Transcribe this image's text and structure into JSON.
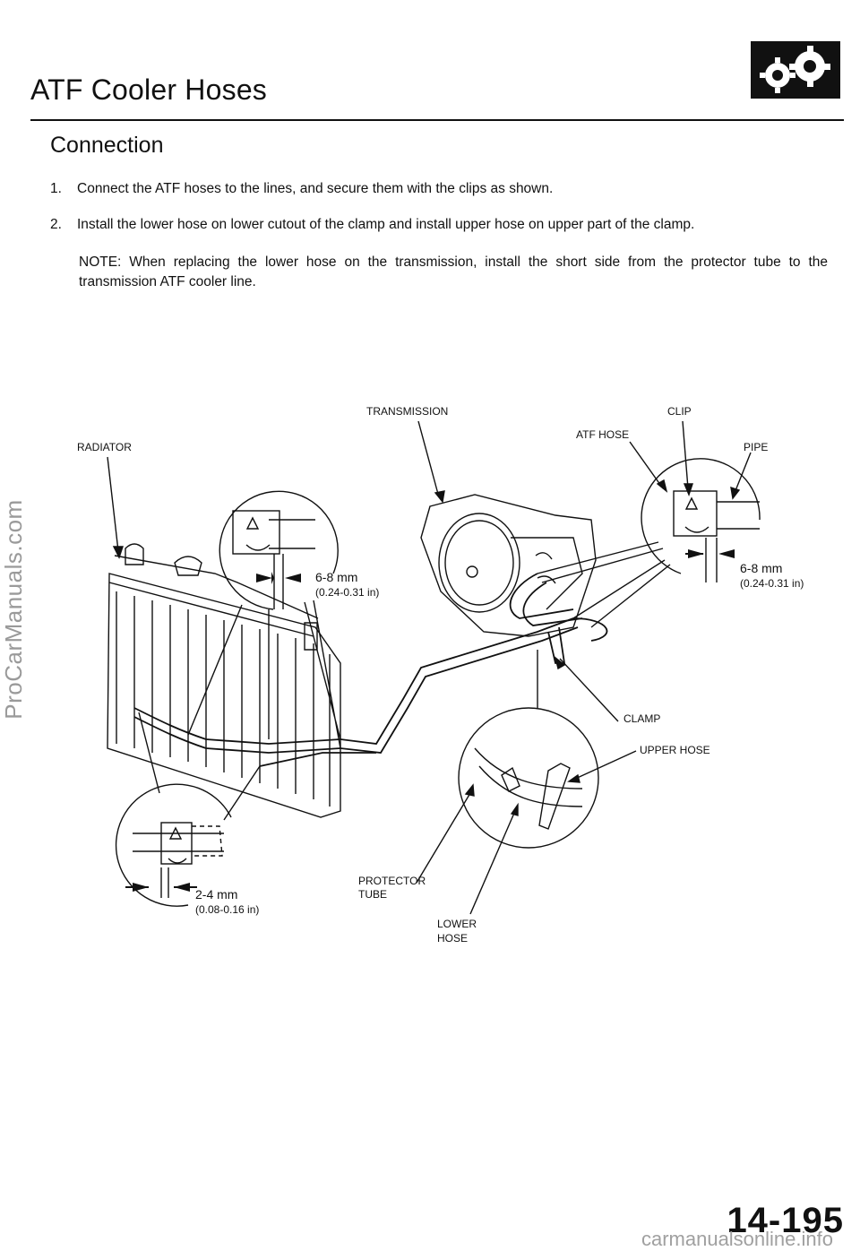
{
  "page": {
    "title": "ATF Cooler Hoses",
    "section": "Connection",
    "steps": [
      {
        "num": "1.",
        "text": "Connect the ATF hoses to the lines, and secure them with the clips as shown."
      },
      {
        "num": "2.",
        "text": "Install the lower hose on lower cutout of the clamp and install upper hose on upper part of the clamp."
      }
    ],
    "note": "NOTE: When replacing the lower hose on the transmission, install the short side from the protector tube to the transmission ATF cooler line.",
    "page_number": "14-195",
    "watermark": "ProCarManuals.com",
    "footer": "carmanualsonline.info"
  },
  "diagram": {
    "labels": {
      "transmission": "TRANSMISSION",
      "clip": "CLIP",
      "atf_hose": "ATF HOSE",
      "pipe": "PIPE",
      "radiator": "RADIATOR",
      "clamp": "CLAMP",
      "upper_hose": "UPPER HOSE",
      "protector_tube_1": "PROTECTOR",
      "protector_tube_2": "TUBE",
      "lower_hose_1": "LOWER",
      "lower_hose_2": "HOSE"
    },
    "dims": {
      "left_upper": {
        "mm": "6-8 mm",
        "in": "(0.24-0.31 in)"
      },
      "right_upper": {
        "mm": "6-8 mm",
        "in": "(0.24-0.31 in)"
      },
      "left_lower": {
        "mm": "2-4 mm",
        "in": "(0.08-0.16 in)"
      }
    }
  },
  "colors": {
    "ink": "#111111",
    "watermark": "#9a9a9a"
  }
}
